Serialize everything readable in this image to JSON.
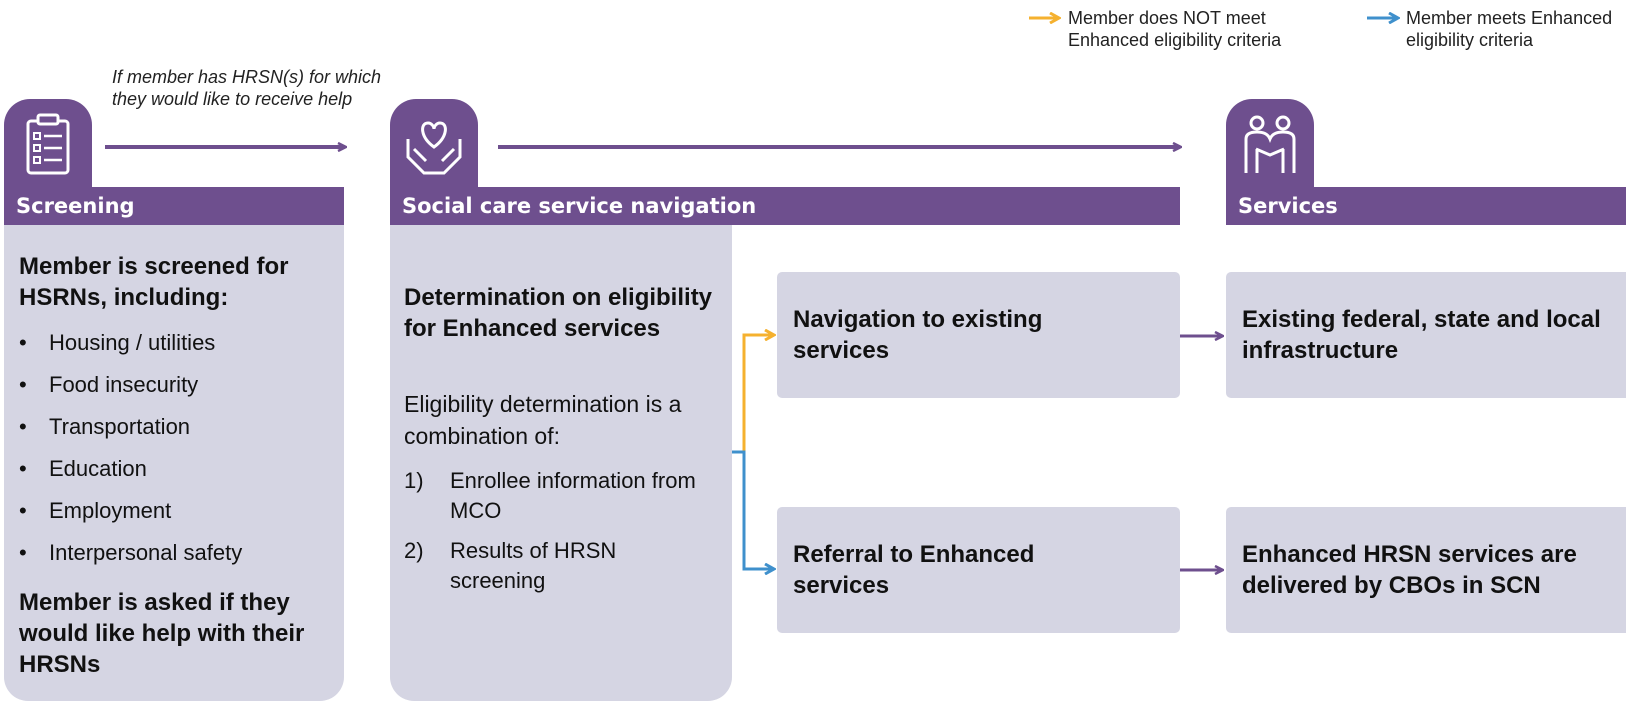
{
  "legend": {
    "not_meet": {
      "label": "Member does NOT meet Enhanced eligibility criteria",
      "color": "#f5b12f"
    },
    "meet": {
      "label": "Member meets Enhanced eligibility criteria",
      "color": "#3f90cc"
    }
  },
  "colors": {
    "purple": "#6e4f8e",
    "panel": "#d5d5e3"
  },
  "note": "If member has HRSN(s) for which they would like to receive help",
  "stages": {
    "screening": {
      "title": "Screening",
      "icon": "clipboard-icon",
      "heading": "Member is screened for HSRNs, including:",
      "items": [
        "Housing / utilities",
        "Food insecurity",
        "Transportation",
        "Education",
        "Employment",
        "Interpersonal safety"
      ],
      "footer": "Member is asked if they would like help with their HRSNs"
    },
    "navigation": {
      "title": "Social care service navigation",
      "icon": "hands-heart-icon",
      "heading": "Determination on eligibility for Enhanced services",
      "intro": "Eligibility determination is a combination of:",
      "steps": [
        {
          "num": "1)",
          "text": "Enrollee information from MCO"
        },
        {
          "num": "2)",
          "text": "Results of HRSN screening"
        }
      ],
      "options": {
        "existing": "Navigation to existing services",
        "referral": "Referral to Enhanced services"
      }
    },
    "services": {
      "title": "Services",
      "icon": "people-icon",
      "existing": "Existing federal, state and local infrastructure",
      "enhanced": "Enhanced HRSN services are delivered by CBOs in SCN"
    }
  }
}
